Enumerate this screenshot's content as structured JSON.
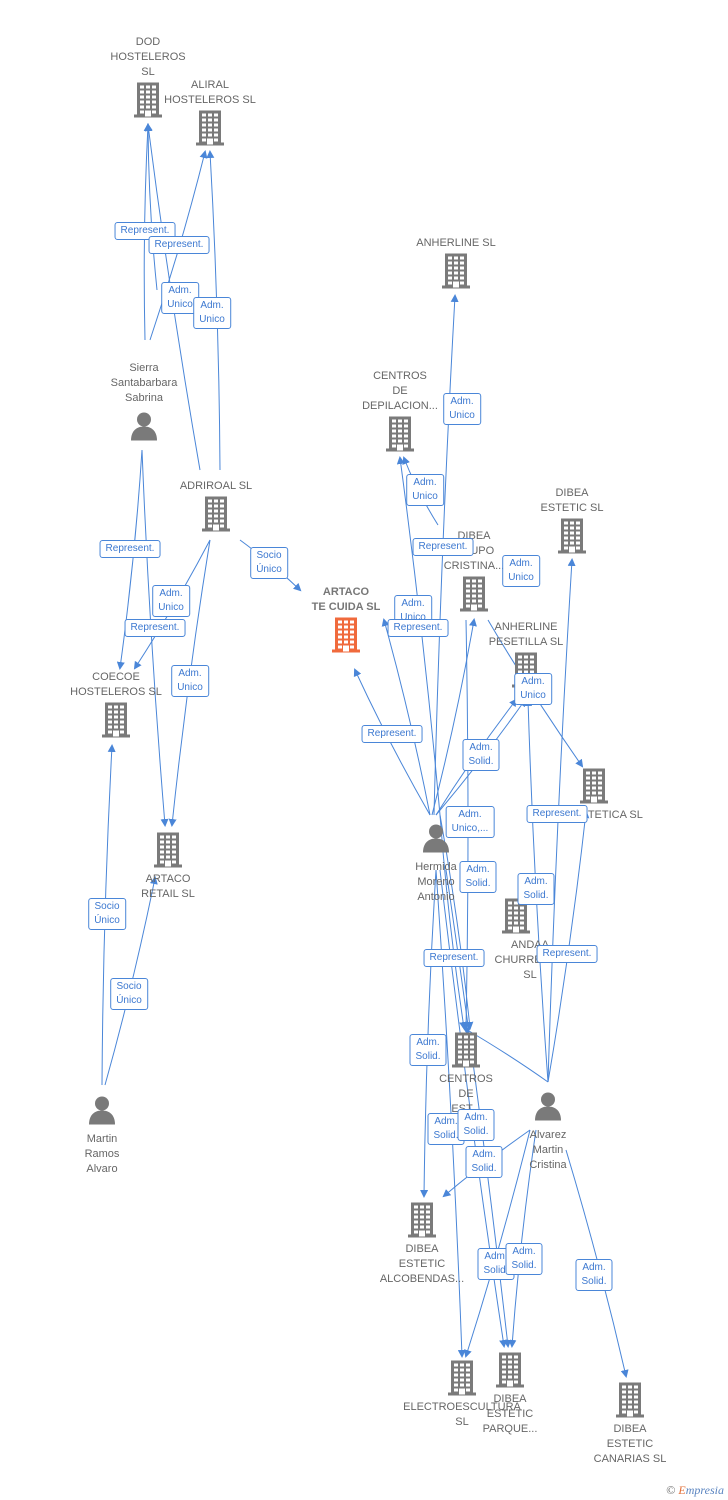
{
  "colors": {
    "edge": "#4a86d8",
    "company": "#7a7a7a",
    "focus_company": "#f06a3c",
    "person": "#7a7a7a"
  },
  "nodes": [
    {
      "id": "dod",
      "type": "company",
      "lines": [
        "DOD",
        "HOSTELEROS",
        "SL"
      ]
    },
    {
      "id": "aliral",
      "type": "company",
      "lines": [
        "ALIRAL",
        "HOSTELEROS SL"
      ]
    },
    {
      "id": "sierra",
      "type": "person",
      "lines": [
        "Sierra",
        "Santabarbara",
        "Sabrina"
      ]
    },
    {
      "id": "adriroal",
      "type": "company",
      "lines": [
        "ADRIROAL SL"
      ]
    },
    {
      "id": "coecoe",
      "type": "company",
      "lines": [
        "COECOE",
        "HOSTELEROS SL"
      ]
    },
    {
      "id": "artaco_retail",
      "type": "company",
      "lines": [
        "ARTACO",
        "RETAIL SL"
      ]
    },
    {
      "id": "martin",
      "type": "person",
      "lines": [
        "Martin",
        "Ramos",
        "Alvaro"
      ]
    },
    {
      "id": "artaco_te_cuida",
      "type": "focus",
      "lines": [
        "ARTACO",
        "TE CUIDA SL"
      ]
    },
    {
      "id": "anherline",
      "type": "company",
      "lines": [
        "ANHERLINE SL"
      ]
    },
    {
      "id": "centros_depilacion",
      "type": "company",
      "lines": [
        "CENTROS",
        "DE",
        "DEPILACION..."
      ]
    },
    {
      "id": "dibea_grupo",
      "type": "company",
      "lines": [
        "DIBEA",
        "GRUPO",
        "CRISTINA..."
      ]
    },
    {
      "id": "dibea_estetic",
      "type": "company",
      "lines": [
        "DIBEA",
        "ESTETIC SL"
      ]
    },
    {
      "id": "anherline_pesetilla",
      "type": "company",
      "lines": [
        "ANHERLINE",
        "PESETILLA SL"
      ]
    },
    {
      "id": "estetica",
      "type": "company",
      "lines": [
        "ESTETICA SL"
      ]
    },
    {
      "id": "hermida",
      "type": "person",
      "lines": [
        "Hermida",
        "Moreno",
        "Antonio"
      ]
    },
    {
      "id": "andaa",
      "type": "company",
      "lines": [
        "ANDAA",
        "CHURREROS",
        "SL"
      ]
    },
    {
      "id": "centros_de_est",
      "type": "company",
      "lines": [
        "CENTROS",
        "DE",
        "EST..."
      ]
    },
    {
      "id": "alvarez",
      "type": "person",
      "lines": [
        "Alvarez",
        "Martin",
        "Cristina"
      ]
    },
    {
      "id": "dibea_alcobendas",
      "type": "company",
      "lines": [
        "DIBEA",
        "ESTETIC",
        "ALCOBENDAS..."
      ]
    },
    {
      "id": "electroescultura",
      "type": "company",
      "lines": [
        "ELECTROESCULTURA",
        "SL"
      ]
    },
    {
      "id": "dibea_parque",
      "type": "company",
      "lines": [
        "DIBEA",
        "ESTETIC",
        "PARQUE..."
      ]
    },
    {
      "id": "dibea_canarias",
      "type": "company",
      "lines": [
        "DIBEA",
        "ESTETIC",
        "CANARIAS SL"
      ]
    }
  ],
  "edge_labels": [
    {
      "id": "e1",
      "lines": [
        "Represent."
      ]
    },
    {
      "id": "e2",
      "lines": [
        "Represent."
      ]
    },
    {
      "id": "e3",
      "lines": [
        "Adm.",
        "Unico"
      ]
    },
    {
      "id": "e4",
      "lines": [
        "Adm.",
        "Unico"
      ]
    },
    {
      "id": "e5",
      "lines": [
        "Represent."
      ]
    },
    {
      "id": "e6",
      "lines": [
        "Adm.",
        "Unico"
      ]
    },
    {
      "id": "e7",
      "lines": [
        "Represent."
      ]
    },
    {
      "id": "e8",
      "lines": [
        "Adm.",
        "Unico"
      ]
    },
    {
      "id": "e9",
      "lines": [
        "Socio",
        "Único"
      ]
    },
    {
      "id": "e10",
      "lines": [
        "Socio",
        "Único"
      ]
    },
    {
      "id": "e11",
      "lines": [
        "Socio",
        "Único"
      ]
    },
    {
      "id": "e12",
      "lines": [
        "Adm.",
        "Unico"
      ]
    },
    {
      "id": "e13",
      "lines": [
        "Adm.",
        "Unico"
      ]
    },
    {
      "id": "e14",
      "lines": [
        "Represent."
      ]
    },
    {
      "id": "e15",
      "lines": [
        "Adm.",
        "Unico"
      ]
    },
    {
      "id": "e16",
      "lines": [
        "Adm.",
        "Unico"
      ]
    },
    {
      "id": "e17",
      "lines": [
        "Represent."
      ]
    },
    {
      "id": "e18",
      "lines": [
        "Represent."
      ]
    },
    {
      "id": "e19",
      "lines": [
        "Adm.",
        "Unico"
      ]
    },
    {
      "id": "e20",
      "lines": [
        "Adm.",
        "Solid."
      ]
    },
    {
      "id": "e21",
      "lines": [
        "Adm.",
        "Unico,..."
      ]
    },
    {
      "id": "e22",
      "lines": [
        "Represent."
      ]
    },
    {
      "id": "e23",
      "lines": [
        "Adm.",
        "Solid."
      ]
    },
    {
      "id": "e24",
      "lines": [
        "Adm.",
        "Solid."
      ]
    },
    {
      "id": "e25",
      "lines": [
        "Represent."
      ]
    },
    {
      "id": "e26",
      "lines": [
        "Represent."
      ]
    },
    {
      "id": "e27",
      "lines": [
        "Adm.",
        "Solid."
      ]
    },
    {
      "id": "e28",
      "lines": [
        "Adm.",
        "Solid."
      ]
    },
    {
      "id": "e29",
      "lines": [
        "Adm.",
        "Solid."
      ]
    },
    {
      "id": "e30",
      "lines": [
        "Adm.",
        "Solid."
      ]
    },
    {
      "id": "e31",
      "lines": [
        "Adm.",
        "Solid."
      ]
    },
    {
      "id": "e32",
      "lines": [
        "Adm.",
        "Solid."
      ]
    },
    {
      "id": "e33",
      "lines": [
        "Adm.",
        "Solid."
      ]
    }
  ],
  "footer": {
    "copyright": "©",
    "brand_initial": "E",
    "brand_rest": "mpresia"
  }
}
